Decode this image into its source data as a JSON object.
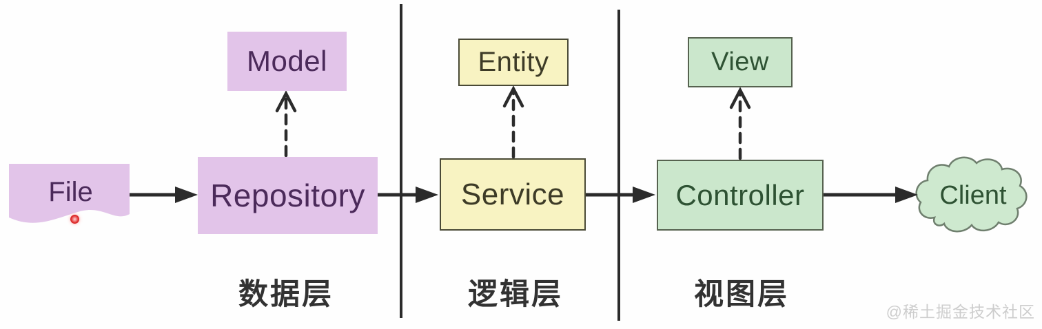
{
  "diagram": {
    "nodes": {
      "file": {
        "label": "File",
        "shape": "document",
        "fill": "#e2c4e9",
        "text_color": "#4b2a5a"
      },
      "model": {
        "label": "Model",
        "shape": "rect",
        "fill": "#e2c4e9",
        "text_color": "#4b2a5a"
      },
      "repository": {
        "label": "Repository",
        "shape": "rect",
        "fill": "#e2c4e9",
        "text_color": "#4b2a5a"
      },
      "entity": {
        "label": "Entity",
        "shape": "rect",
        "fill": "#f8f3c2",
        "border": "#4a4a36",
        "text_color": "#3d3b27"
      },
      "service": {
        "label": "Service",
        "shape": "rect",
        "fill": "#f8f3c2",
        "border": "#4a4a36",
        "text_color": "#3d3b27"
      },
      "view": {
        "label": "View",
        "shape": "rect",
        "fill": "#cbe7cc",
        "border": "#56624f",
        "text_color": "#2e5233"
      },
      "controller": {
        "label": "Controller",
        "shape": "rect",
        "fill": "#cbe7cc",
        "border": "#56624f",
        "text_color": "#2e5233"
      },
      "client": {
        "label": "Client",
        "shape": "cloud",
        "fill": "#cee9cf",
        "border": "#6f7f6e",
        "text_color": "#2e5233"
      }
    },
    "edges": [
      {
        "from": "File",
        "to": "Repository",
        "style": "solid"
      },
      {
        "from": "Repository",
        "to": "Service",
        "style": "solid"
      },
      {
        "from": "Service",
        "to": "Controller",
        "style": "solid"
      },
      {
        "from": "Controller",
        "to": "Client",
        "style": "solid"
      },
      {
        "from": "Repository",
        "to": "Model",
        "style": "dashed"
      },
      {
        "from": "Service",
        "to": "Entity",
        "style": "dashed"
      },
      {
        "from": "Controller",
        "to": "View",
        "style": "dashed"
      }
    ],
    "layers": [
      {
        "label": "数据层"
      },
      {
        "label": "逻辑层"
      },
      {
        "label": "视图层"
      }
    ],
    "line_color": "#2b2b2b",
    "watermark": "@稀土掘金技术社区"
  }
}
